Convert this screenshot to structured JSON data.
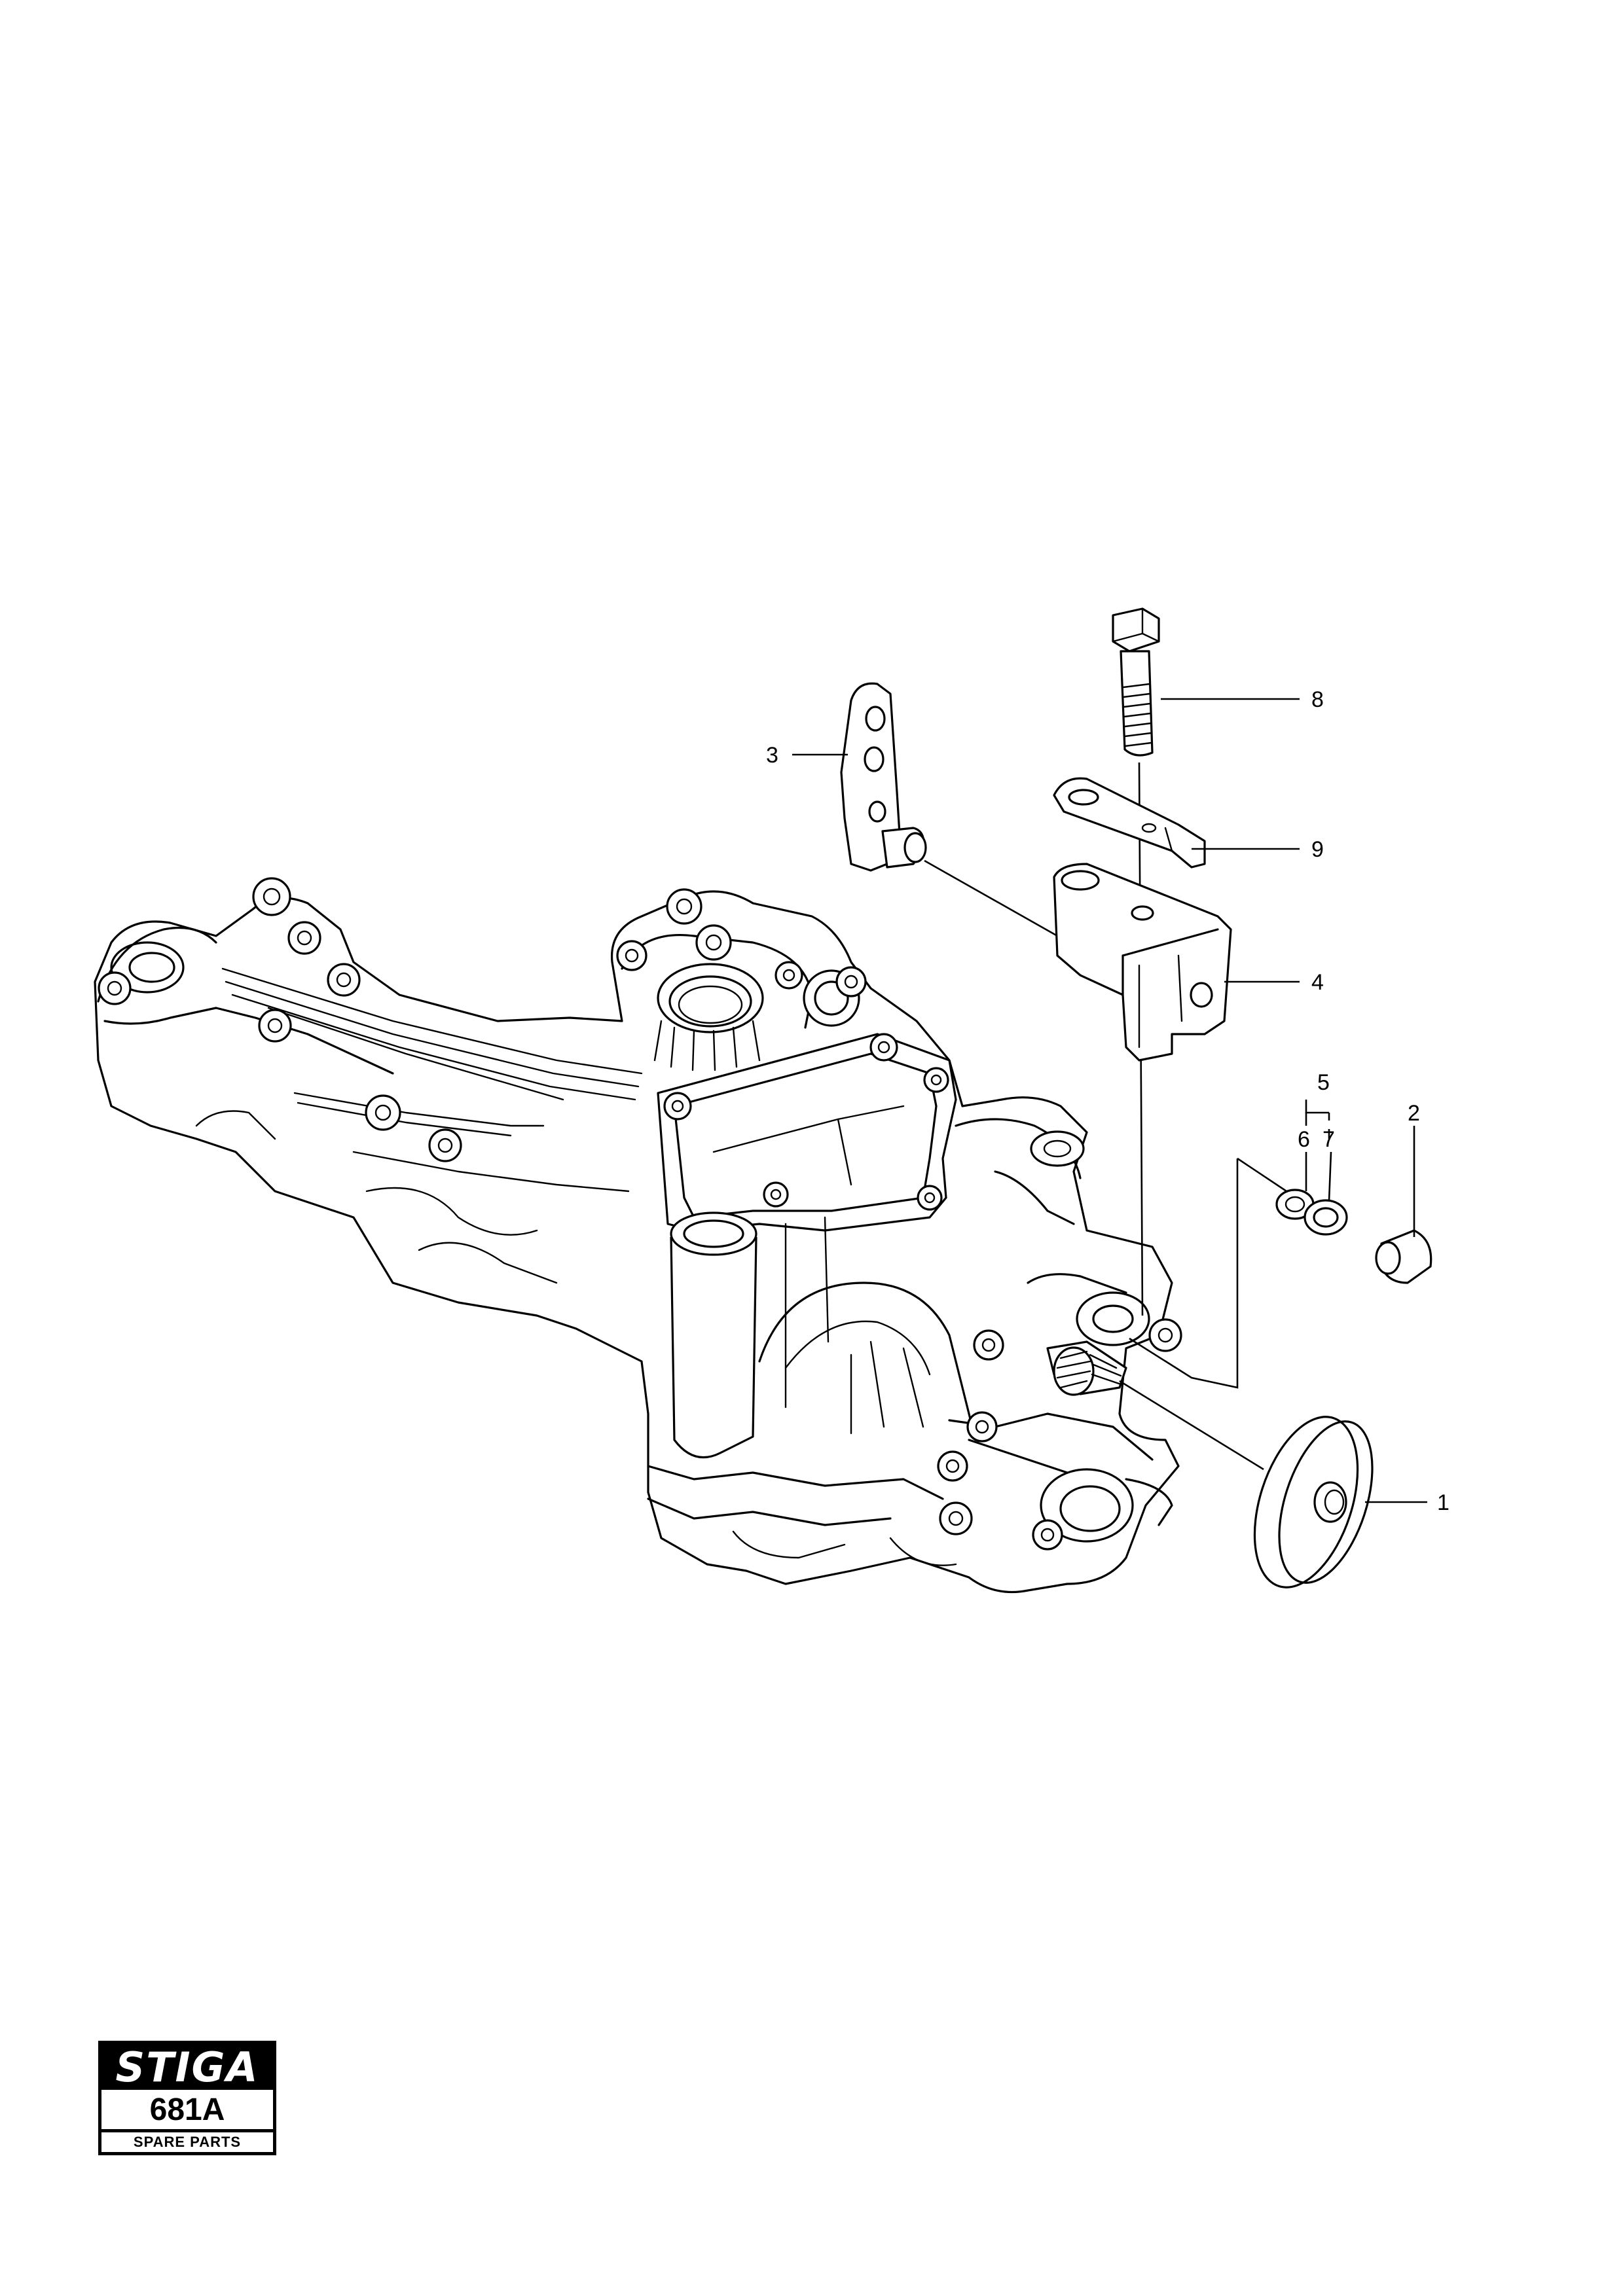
{
  "callouts": {
    "c1": "1",
    "c2": "2",
    "c3": "3",
    "c4": "4",
    "c5": "5",
    "c6": "6",
    "c7": "7",
    "c8": "8",
    "c9": "9"
  },
  "logo": {
    "brand": "STIGA",
    "model": "681A",
    "subtitle": "SPARE PARTS"
  }
}
